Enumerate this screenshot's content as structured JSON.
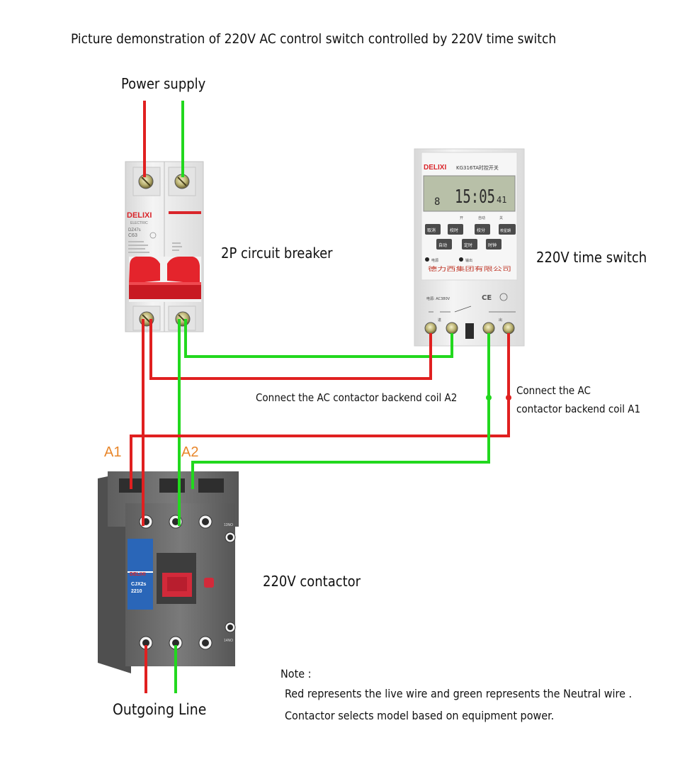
{
  "title": "Picture demonstration of 220V AC control switch controlled by 220V time switch",
  "labels": {
    "power_supply": "Power supply",
    "breaker": "2P circuit breaker",
    "time_switch": "220V time switch",
    "contactor": "220V contactor",
    "outgoing": "Outgoing Line",
    "coil_a2": "Connect the AC contactor backend coil A2",
    "coil_a1_line1": "Connect the AC",
    "coil_a1_line2": "contactor backend coil A1",
    "terminal_a1": "A1",
    "terminal_a2": "A2"
  },
  "note": {
    "heading": "Note :",
    "line1": "Red represents the live wire and green represents the Neutral wire .",
    "line2": "Contactor selects model based on equipment power."
  },
  "device_text": {
    "breaker_brand": "DELIXI",
    "breaker_sub": "ELECTRIC",
    "breaker_model": "DZ47s",
    "breaker_rating": "C63",
    "timer_brand": "DELIXI",
    "timer_model": "KG316TA时控开关",
    "timer_display_digit": "8",
    "timer_display_time": "15:05",
    "timer_display_sec": "41",
    "timer_btn_1": "取消",
    "timer_btn_2": "校时",
    "timer_btn_3": "校分",
    "timer_btn_4": "校星期",
    "timer_btn_5": "自动",
    "timer_btn_6": "定时",
    "timer_btn_7": "时钟",
    "timer_top_1": "开",
    "timer_top_2": "自动",
    "timer_top_3": "关",
    "timer_led_1": "电源",
    "timer_led_2": "输出",
    "timer_company": "德力西集团有限公司",
    "timer_power": "电源: AC380V",
    "timer_marks": "CE",
    "timer_in": "进",
    "timer_out": "出",
    "contactor_brand": "DELIXI",
    "contactor_model": "CJX2s",
    "contactor_rating": "2210",
    "contactor_no_top": "13NO",
    "contactor_no_bottom": "14NO"
  },
  "colors": {
    "live": "#e02020",
    "neutral": "#22d81e",
    "brand_red": "#d9252a",
    "contactor_grey": "#6f6f6f",
    "display_bg": "#b8c0a8"
  }
}
